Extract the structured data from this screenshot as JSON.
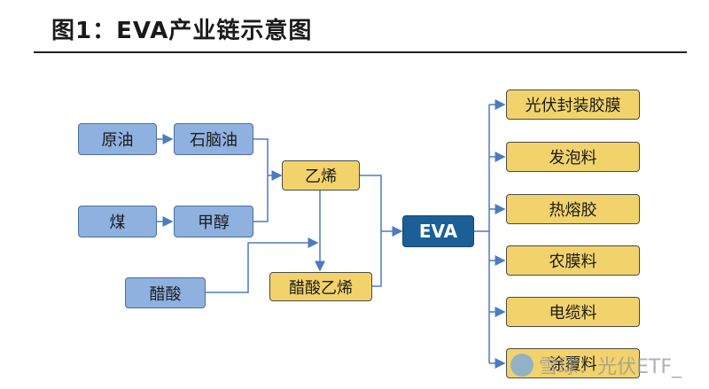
{
  "title": "图1：EVA产业链示意图",
  "nodes": {
    "crude_oil": "原油",
    "naphtha": "石脑油",
    "coal": "煤",
    "methanol": "甲醇",
    "ethylene": "乙烯",
    "acetic_acid": "醋酸",
    "vinyl_acetate": "醋酸乙烯",
    "eva": "EVA",
    "pv_encapsulant": "光伏封装胶膜",
    "foam": "发泡料",
    "hot_melt": "热熔胶",
    "agri_film": "农膜料",
    "cable": "电缆料",
    "coating": "涂覆料"
  },
  "watermark": "雪球：光伏ETF_",
  "colors": {
    "raw_fill": "#8fb1e0",
    "intermediate_fill": "#f2d36b",
    "eva_fill": "#1b5f96",
    "arrow": "#4c7bbf"
  }
}
